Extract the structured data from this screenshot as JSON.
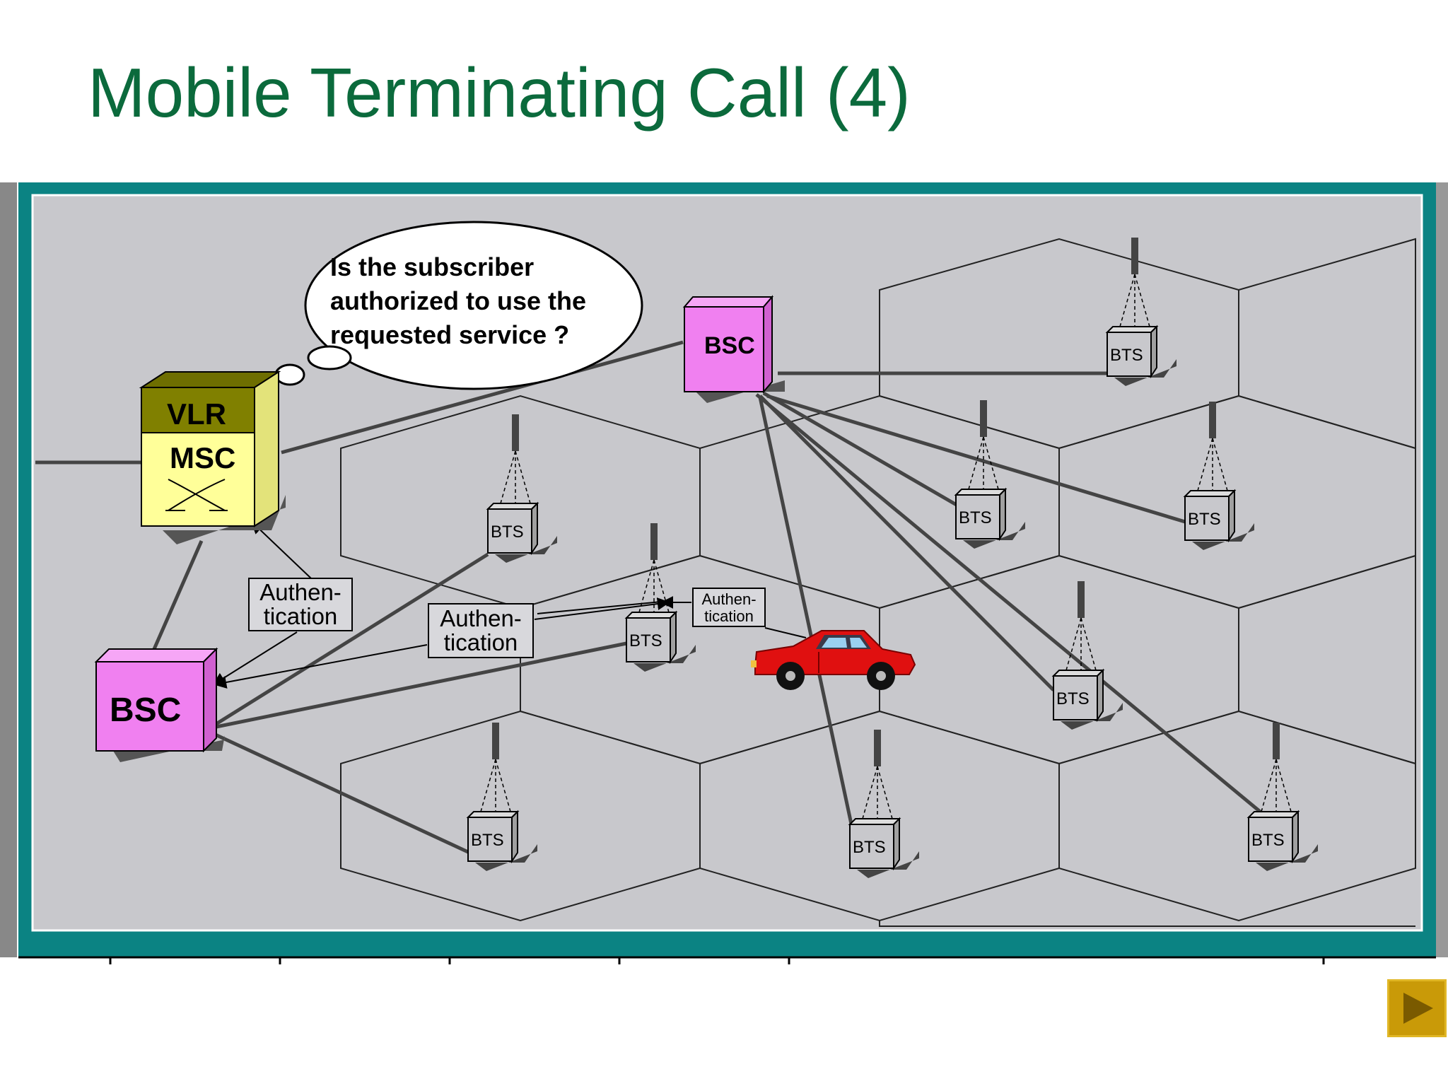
{
  "title": "Mobile Terminating Call (4)",
  "diagram": {
    "thought_bubble": [
      "Is the subscriber",
      "authorized to use the",
      "requested service ?"
    ],
    "vlr_label": "VLR",
    "msc_label": "MSC",
    "bsc_label": "BSC",
    "bts_label": "BTS",
    "auth_label_lines": [
      "Authen-",
      "tication"
    ]
  },
  "colors": {
    "frame": "#0b8383",
    "panel": "#c8c8cc",
    "bsc": "#f080f0",
    "msc": "#ffff99",
    "vlr": "#808000",
    "title": "#0b6a3c",
    "car": "#e01010",
    "next_button": "#c99a08"
  },
  "next_button_icon": "play-triangle-icon"
}
